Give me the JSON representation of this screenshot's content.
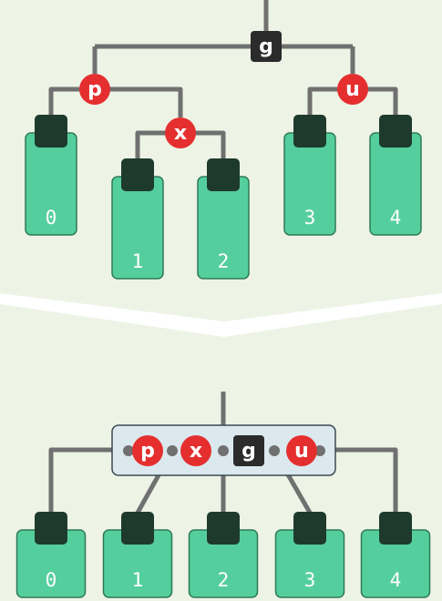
{
  "colors": {
    "background": "#edf3e5",
    "edge": "#707070",
    "red_node": "#e52f2f",
    "black_node": "#2b2b2b",
    "leaf_fill": "#55ce9e",
    "leaf_stroke": "#2e7a56",
    "leaf_cap": "#1e3a2d",
    "merged_box_fill": "#dbe9ef",
    "merged_box_stroke": "#3b4a55",
    "divider": "#ffffff"
  },
  "before": {
    "nodes": [
      {
        "id": "g",
        "label": "g",
        "color": "black"
      },
      {
        "id": "p",
        "label": "p",
        "color": "red"
      },
      {
        "id": "u",
        "label": "u",
        "color": "red"
      },
      {
        "id": "x",
        "label": "x",
        "color": "red"
      }
    ],
    "leaves": [
      {
        "id": "0",
        "label": "0"
      },
      {
        "id": "1",
        "label": "1"
      },
      {
        "id": "2",
        "label": "2"
      },
      {
        "id": "3",
        "label": "3"
      },
      {
        "id": "4",
        "label": "4"
      }
    ]
  },
  "after": {
    "nodes": [
      {
        "id": "p",
        "label": "p",
        "color": "red"
      },
      {
        "id": "x",
        "label": "x",
        "color": "red"
      },
      {
        "id": "g",
        "label": "g",
        "color": "black"
      },
      {
        "id": "u",
        "label": "u",
        "color": "red"
      }
    ],
    "leaves": [
      {
        "id": "0",
        "label": "0"
      },
      {
        "id": "1",
        "label": "1"
      },
      {
        "id": "2",
        "label": "2"
      },
      {
        "id": "3",
        "label": "3"
      },
      {
        "id": "4",
        "label": "4"
      }
    ]
  }
}
